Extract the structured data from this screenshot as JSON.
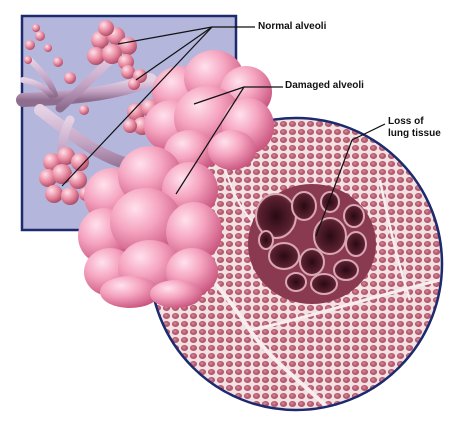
{
  "labels": {
    "normal_alveoli": "Normal alveoli",
    "damaged_alveoli": "Damaged alveoli",
    "loss_of_lung_tissue_line1": "Loss of",
    "loss_of_lung_tissue_line2": "lung tissue"
  },
  "colors": {
    "background": "#ffffff",
    "inset_background": "#b4b6dc",
    "inset_border": "#1c2a6e",
    "circle_border": "#1c2a6e",
    "alveoli_pink": "#f39ab8",
    "bronchiole": "#c4a8c4",
    "tissue_base": "#f0dde0",
    "cell": "#b25468",
    "hole": "#4a1c2a",
    "label_text": "#111111"
  }
}
